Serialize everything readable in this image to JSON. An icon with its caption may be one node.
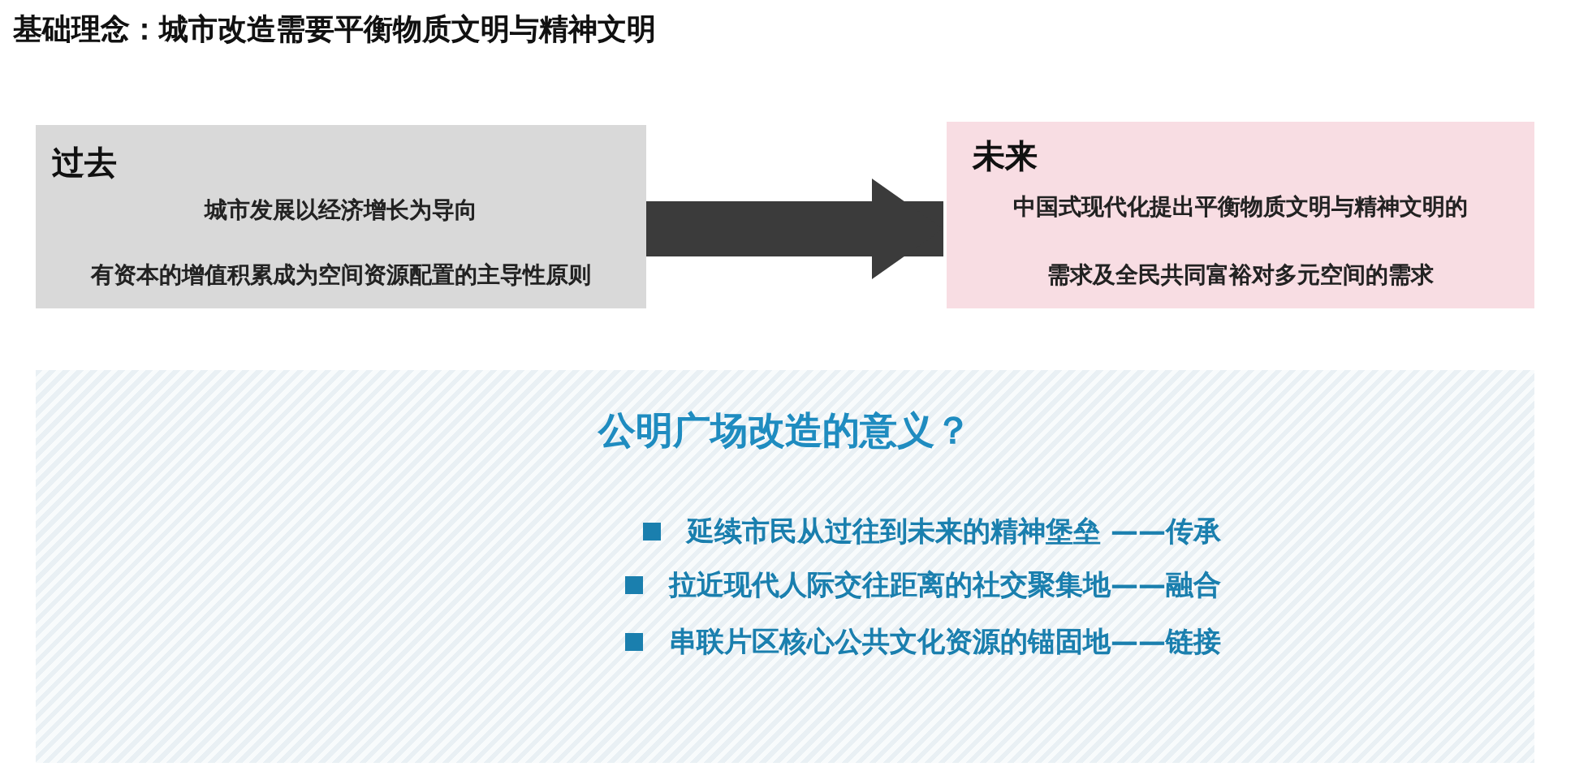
{
  "diagram": {
    "title": "基础理念：城市改造需要平衡物质文明与精神文明",
    "nodes": [
      {
        "text": [
          "过去",
          "城市发展以**经济增长**为导向",
          "有资本的增值积累成为空间资源配置的主导性原则"
        ]
      },
      {
        "text": [
          "未来",
          "中国式现代化提出平衡物质文明与**精神文明**的",
          "需求及全民共同富裕对多元空间的需求"
        ]
      },
      {
        "text": [
          "公明广场改造的意义？",
          "延续市民从过往到未来的精神堡垒 **——传承**",
          "拉近现代人际交往距离的社交聚集地**——融合**",
          "串联片区核心公共文化资源的锚固地**——链接**"
        ]
      }
    ],
    "edges": [
      {
        "from": 0,
        "to": 1,
        "arrow": "to"
      }
    ]
  }
}
